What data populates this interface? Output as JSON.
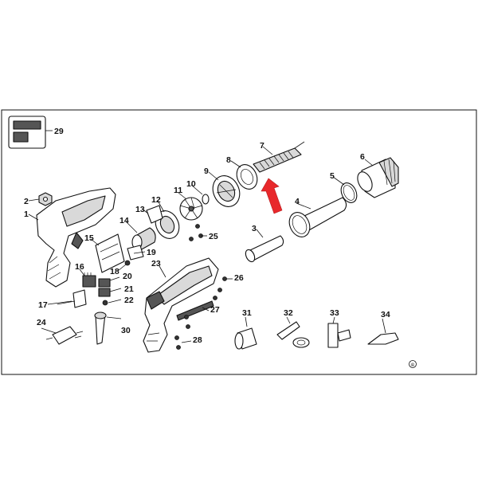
{
  "diagram": {
    "type": "exploded-parts-diagram",
    "callouts": [
      {
        "id": "1",
        "label": "1"
      },
      {
        "id": "2",
        "label": "2"
      },
      {
        "id": "3",
        "label": "3"
      },
      {
        "id": "4",
        "label": "4"
      },
      {
        "id": "5",
        "label": "5"
      },
      {
        "id": "6",
        "label": "6"
      },
      {
        "id": "7",
        "label": "7"
      },
      {
        "id": "8",
        "label": "8"
      },
      {
        "id": "9",
        "label": "9"
      },
      {
        "id": "10",
        "label": "10"
      },
      {
        "id": "11",
        "label": "11"
      },
      {
        "id": "12",
        "label": "12"
      },
      {
        "id": "13",
        "label": "13"
      },
      {
        "id": "14",
        "label": "14"
      },
      {
        "id": "15",
        "label": "15"
      },
      {
        "id": "16",
        "label": "16"
      },
      {
        "id": "17",
        "label": "17"
      },
      {
        "id": "18",
        "label": "18"
      },
      {
        "id": "19",
        "label": "19"
      },
      {
        "id": "20",
        "label": "20"
      },
      {
        "id": "21",
        "label": "21"
      },
      {
        "id": "22",
        "label": "22"
      },
      {
        "id": "23",
        "label": "23"
      },
      {
        "id": "24",
        "label": "24"
      },
      {
        "id": "25",
        "label": "25"
      },
      {
        "id": "26",
        "label": "26"
      },
      {
        "id": "27",
        "label": "27"
      },
      {
        "id": "28",
        "label": "28"
      },
      {
        "id": "29",
        "label": "29"
      },
      {
        "id": "30",
        "label": "30"
      },
      {
        "id": "31",
        "label": "31"
      },
      {
        "id": "32",
        "label": "32"
      },
      {
        "id": "33",
        "label": "33"
      },
      {
        "id": "34",
        "label": "34"
      }
    ],
    "copyright_symbol": "©",
    "highlight_arrow_color": "#e8282b"
  }
}
